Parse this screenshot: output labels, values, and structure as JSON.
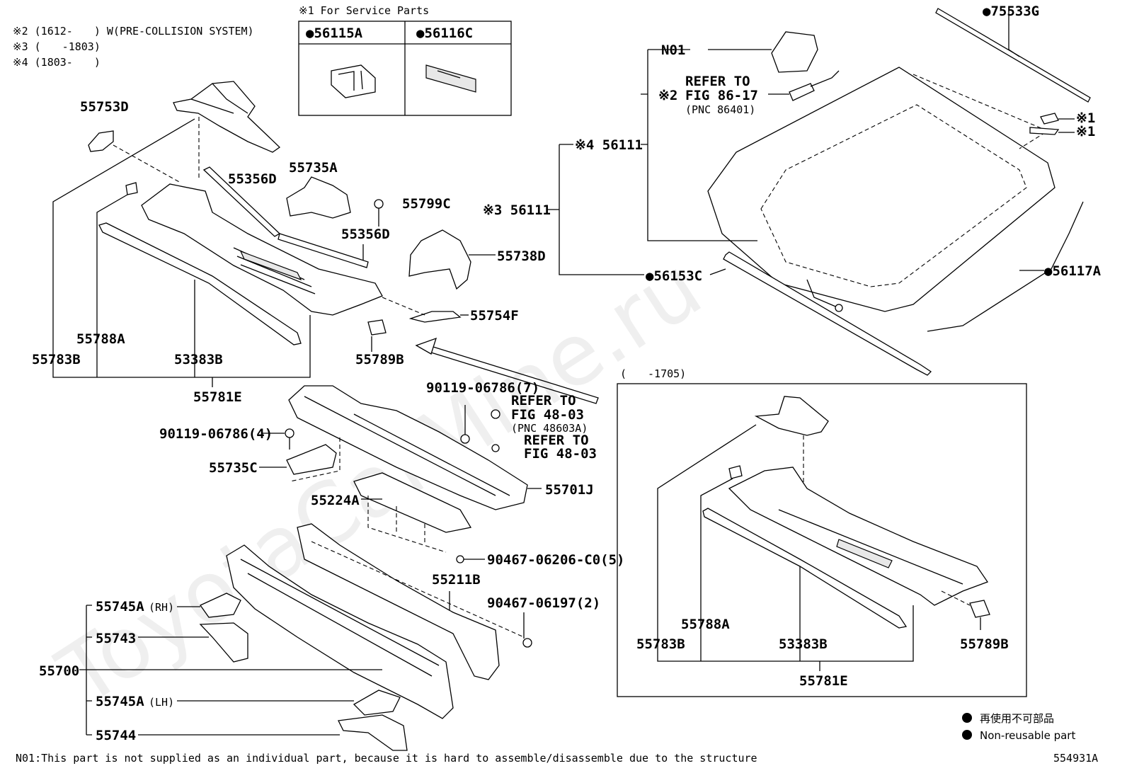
{
  "notes": {
    "n2": "※2 (1612-　　) W(PRE-COLLISION SYSTEM)",
    "n3": "※3 (　　-1803)",
    "n4": "※4 (1803-　　)"
  },
  "service_box": {
    "title": "※1 For Service Parts",
    "col1": "●56115A",
    "col2": "●56116C"
  },
  "refs": {
    "fig86_1": "REFER TO",
    "fig86_2": "FIG 86-17",
    "fig86_3": "(PNC 86401)",
    "fig48a_1": "REFER TO",
    "fig48a_2": "FIG 48-03",
    "fig48a_3": "(PNC 48603A)",
    "fig48b_1": "REFER TO",
    "fig48b_2": "FIG 48-03"
  },
  "labels": {
    "l55753D": "55753D",
    "l55356D_a": "55356D",
    "l55735A": "55735A",
    "l55799C": "55799C",
    "l55356D_b": "55356D",
    "l55738D": "55738D",
    "l55754F": "55754F",
    "l55788A": "55788A",
    "l55783B": "55783B",
    "l53383B": "53383B",
    "l55789B": "55789B",
    "l55781E": "55781E",
    "l90119_7": "90119-06786(7)",
    "l90119_4": "90119-06786(4)",
    "l55735C": "55735C",
    "l55701J": "55701J",
    "l55224A": "55224A",
    "l90467_5": "90467-06206-C0(5)",
    "l55211B": "55211B",
    "l90467_2": "90467-06197(2)",
    "l55745A_rh": "55745A",
    "rh": "(RH)",
    "l55743": "55743",
    "l55700": "55700",
    "l55745A_lh": "55745A",
    "lh": "(LH)",
    "l55744": "55744",
    "lN01": "N01",
    "l75533G": "●75533G",
    "lx2": "※2",
    "lx4_56111": "※4 56111",
    "lx3_56111": "※3 56111",
    "l56153C": "●56153C",
    "l56117A": "●56117A",
    "lx1a": "※1",
    "lx1b": "※1"
  },
  "inset": {
    "range": "(　　-1705)",
    "l55788A": "55788A",
    "l55783B": "55783B",
    "l53383B": "53383B",
    "l55789B": "55789B",
    "l55781E": "55781E"
  },
  "legend": {
    "jp": "再使用不可部品",
    "en": "Non-reusable part"
  },
  "footer": {
    "note": "N01:This part is not supplied as an individual part, because it is hard to assemble/disassemble due to the structure",
    "fig_id": "554931A"
  },
  "watermark": "ToyotaCarMine.ru"
}
